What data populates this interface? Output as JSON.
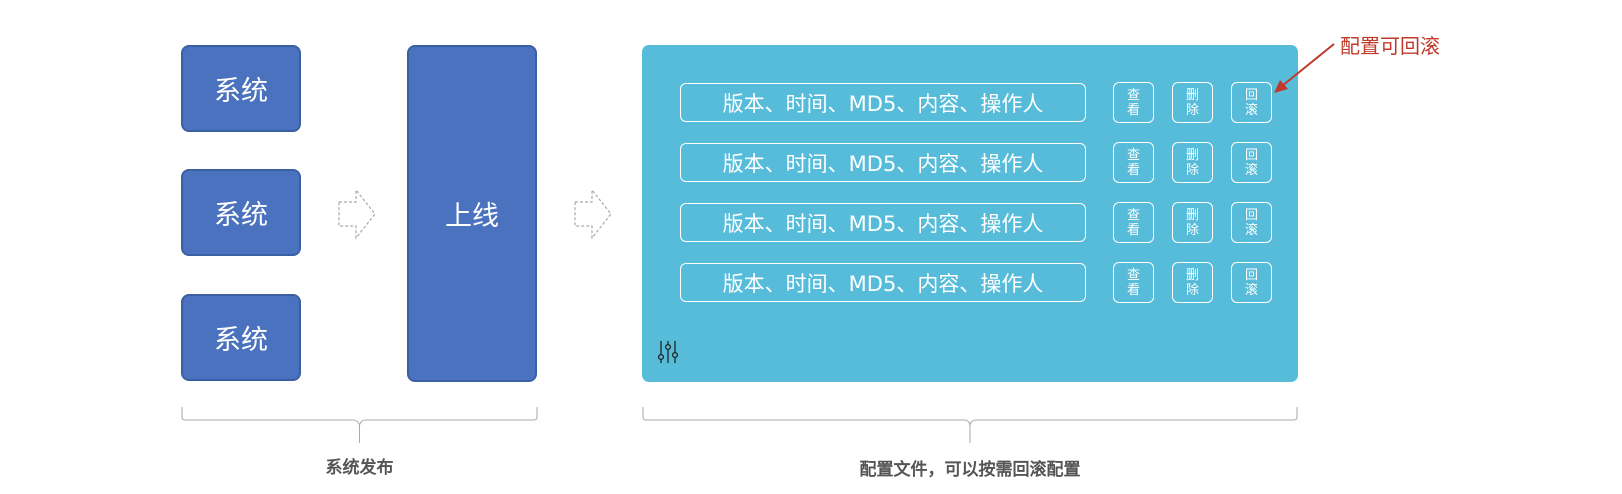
{
  "release": {
    "systems": [
      "系统",
      "系统",
      "系统"
    ],
    "online_label": "上线",
    "caption": "系统发布"
  },
  "config": {
    "records": [
      "版本、时间、MD5、内容、操作人",
      "版本、时间、MD5、内容、操作人",
      "版本、时间、MD5、内容、操作人",
      "版本、时间、MD5、内容、操作人"
    ],
    "actions": {
      "view": "查看",
      "delete": "删除",
      "rollback": "回滚"
    },
    "caption": "配置文件，可以按需回滚配置",
    "callout": "配置可回滚"
  },
  "colors": {
    "system_box": "#4a72be",
    "config_panel": "#56bcd9",
    "callout": "#c0392b",
    "caption": "#555555"
  },
  "icons": [
    "dashed-right-arrow-icon",
    "sliders-icon"
  ]
}
